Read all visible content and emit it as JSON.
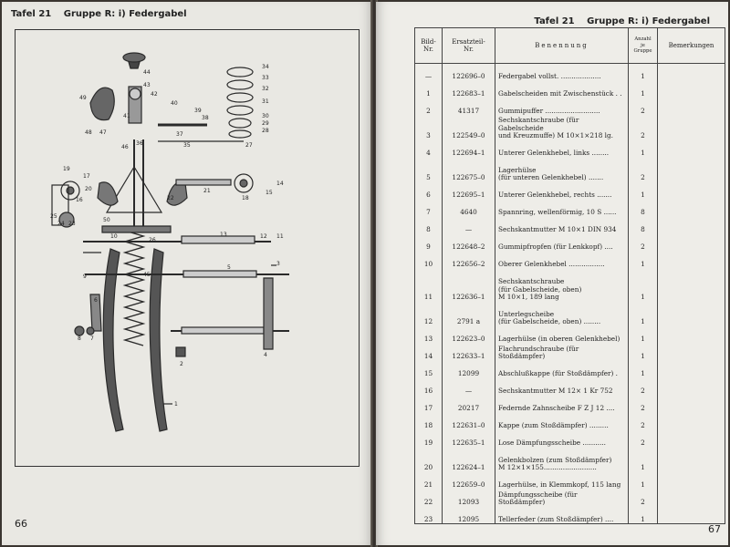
{
  "left_page": {
    "header": {
      "tafel": "Tafel 21",
      "gruppe": "Gruppe R: i) Federgabel"
    },
    "page_number": "66",
    "figure": {
      "callouts": [
        "1",
        "2",
        "3",
        "4",
        "5",
        "6",
        "7",
        "8",
        "9",
        "10",
        "11",
        "12",
        "13",
        "14",
        "15",
        "16",
        "17",
        "18",
        "19",
        "20",
        "21",
        "22",
        "23",
        "24",
        "25",
        "26",
        "27",
        "28",
        "29",
        "30",
        "31",
        "32",
        "33",
        "34",
        "35",
        "36",
        "37",
        "38",
        "39",
        "40",
        "41",
        "42",
        "43",
        "44",
        "45",
        "46",
        "47",
        "48",
        "49",
        "50"
      ]
    }
  },
  "right_page": {
    "header": {
      "tafel": "Tafel 21",
      "gruppe": "Gruppe R: i) Federgabel"
    },
    "page_number": "67",
    "table": {
      "headers": {
        "bild": "Bild-\nNr.",
        "ersatz": "Ersatzteil-\nNr.",
        "benennung": "Benennung",
        "anzahl": "Anzahl\nje\nGruppe",
        "bemerkungen": "Bemerkungen"
      },
      "rows": [
        {
          "bild": "—",
          "nr": "122696–0",
          "name": "Federgabel vollst. ...................",
          "qty": "1"
        },
        {
          "bild": "1",
          "nr": "122683–1",
          "name": "Gabelscheiden mit Zwischenstück . .",
          "qty": "1"
        },
        {
          "bild": "2",
          "nr": "41317",
          "name": "Gummipuffer ..........................",
          "qty": "2"
        },
        {
          "bild": "3",
          "nr": "122549–0",
          "name": "Sechskantschraube (für Gabelscheide\nund Kreuzmuffe) M 10×1×218 lg.",
          "qty": "2"
        },
        {
          "bild": "4",
          "nr": "122694–1",
          "name": "Unterer Gelenkhebel, links ........",
          "qty": "1"
        },
        {
          "bild": "5",
          "nr": "122675–0",
          "name": "Lagerhülse\n(für unteren Gelenkhebel) .......",
          "qty": "2"
        },
        {
          "bild": "6",
          "nr": "122695–1",
          "name": "Unterer Gelenkhebel, rechts .......",
          "qty": "1"
        },
        {
          "bild": "7",
          "nr": "4640",
          "name": "Spannring, wellenförmig, 10 S ......",
          "qty": "8"
        },
        {
          "bild": "8",
          "nr": "—",
          "name": "Sechskantmutter M 10×1 DIN 934",
          "qty": "8"
        },
        {
          "bild": "9",
          "nr": "122648–2",
          "name": "Gummipfropfen (für Lenkkopf) ....",
          "qty": "2"
        },
        {
          "bild": "10",
          "nr": "122656–2",
          "name": "Oberer Gelenkhebel .................",
          "qty": "1"
        },
        {
          "bild": "11",
          "nr": "122636–1",
          "name": "Sechskantschraube\n(für Gabelscheide, oben)\nM 10×1, 189 lang",
          "qty": "1"
        },
        {
          "bild": "12",
          "nr": "2791 a",
          "name": "Unterlegscheibe\n(für Gabelscheide, oben) ........",
          "qty": "1"
        },
        {
          "bild": "13",
          "nr": "122623–0",
          "name": "Lagerhülse (in oberen Gelenkhebel)",
          "qty": "1"
        },
        {
          "bild": "14",
          "nr": "122633–1",
          "name": "Flachrundschraube (für Stoßdämpfer)",
          "qty": "1"
        },
        {
          "bild": "15",
          "nr": "12099",
          "name": "Abschlußkappe (für Stoßdämpfer) .",
          "qty": "1"
        },
        {
          "bild": "16",
          "nr": "—",
          "name": "Sechskantmutter M 12× 1 Kr 752",
          "qty": "2"
        },
        {
          "bild": "17",
          "nr": "20217",
          "name": "Federnde Zahnscheibe F Z J 12 ....",
          "qty": "2"
        },
        {
          "bild": "18",
          "nr": "122631–0",
          "name": "Kappe (zum Stoßdämpfer) .........",
          "qty": "2"
        },
        {
          "bild": "19",
          "nr": "122635–1",
          "name": "Lose Dämpfungsscheibe ...........",
          "qty": "2"
        },
        {
          "bild": "20",
          "nr": "122624–1",
          "name": "Gelenkbolzen (zum Stoßdämpfer)\nM 12×1×155.........................",
          "qty": "1"
        },
        {
          "bild": "21",
          "nr": "122659–0",
          "name": "Lagerhülse, in Klemmkopf, 115 lang",
          "qty": "1"
        },
        {
          "bild": "22",
          "nr": "12093",
          "name": "Dämpfungsscheibe (für Stoßdämpfer)",
          "qty": "2"
        },
        {
          "bild": "23",
          "nr": "12095",
          "name": "Tellerfeder (zum Stoßdämpfer) ....",
          "qty": "1"
        }
      ]
    }
  }
}
